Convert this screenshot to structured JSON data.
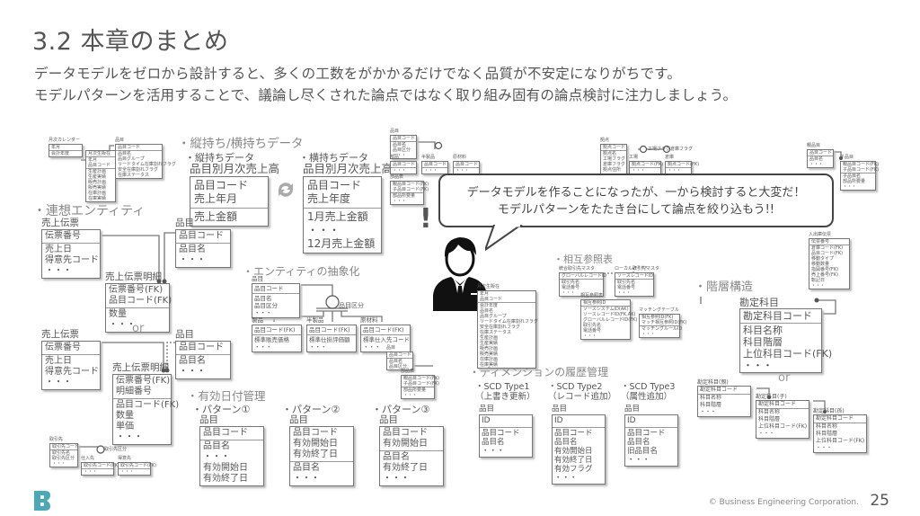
{
  "header": {
    "title": "3.2 本章のまとめ",
    "lead_lines": [
      "データモデルをゼロから設計すると、多くの工数をがかかるだけでなく品質が不安定になりがちです。",
      "モデルパターンを活用することで、議論し尽くされた論点ではなく取り組み固有の論点検討に注力しましょう。"
    ]
  },
  "callout": {
    "lines": [
      "データモデルを作ることになったが、一から検討すると大変だ！",
      "モデルパターンをたたき台にして論点を絞り込もう!!"
    ],
    "exclamation": "!"
  },
  "sections": {
    "vertical_horizontal": {
      "title": "・縦持ち/横持ちデータ",
      "vertical_label": "・縦持ちデータ",
      "horizontal_label": "・横持ちデータ"
    },
    "associative": {
      "title": "・連想エンティティ",
      "or": "or"
    },
    "abstraction": {
      "title": "・エンティティの抽象化",
      "discriminator": "品目区分"
    },
    "effective_date": {
      "title": "・有効日付管理",
      "patterns": [
        "・パターン①",
        "・パターン②",
        "・パターン③"
      ]
    },
    "scd": {
      "title": "・ディメンションの履歴管理",
      "types": [
        [
          "・SCD Type1",
          "（上書き更新）"
        ],
        [
          "・SCD Type2",
          "（レコード追加）"
        ],
        [
          "・SCD Type3",
          "（属性追加）"
        ]
      ]
    },
    "cross_ref": {
      "title": "・相互参照表"
    },
    "hierarchy": {
      "title": "・階層構造",
      "or": "or"
    }
  },
  "entities": {
    "vert": {
      "name": "品目別月次売上高",
      "pk": [
        "品目コード",
        "売上年月"
      ],
      "attrs": [
        "売上金額"
      ]
    },
    "horiz": {
      "name": "品目別月次売上高",
      "pk": [
        "品目コード",
        "売上年度"
      ],
      "attrs": [
        "1月売上金額",
        "・・・",
        "12月売上金額"
      ]
    },
    "assoc1": {
      "slip": {
        "name": "売上伝票",
        "pk": [
          "伝票番号"
        ],
        "attrs": [
          "売上日",
          "得意先コード",
          "・・・"
        ]
      },
      "item": {
        "name": "品目",
        "pk": [
          "品目コード"
        ],
        "attrs": [
          "品目名",
          "・・・"
        ]
      },
      "detail": {
        "name": "売上伝票明細",
        "pk": [
          "伝票番号(FK)",
          "品目コード(FK)"
        ],
        "attrs": [
          "数量",
          "・・・"
        ]
      }
    },
    "assoc2": {
      "slip": {
        "name": "売上伝票",
        "pk": [
          "伝票番号"
        ],
        "attrs": [
          "売上日",
          "得意先コード",
          "・・・"
        ]
      },
      "item": {
        "name": "品目",
        "pk": [
          "品目コード"
        ],
        "attrs": [
          "品目名",
          "・・・"
        ]
      },
      "detail": {
        "name": "売上伝票明細",
        "pk": [
          "伝票番号(FK)",
          "明細番号"
        ],
        "attrs": [
          "品目コード(FK)",
          "数量",
          "単価",
          "・・・"
        ]
      }
    },
    "abstract": {
      "parent": {
        "name": "品目",
        "pk": [
          "品目コード"
        ],
        "attrs": [
          "品目名",
          "品目区分",
          "・・・"
        ]
      },
      "children": [
        {
          "name": "製品",
          "pk": [
            "品目コード(FK)"
          ],
          "attrs": [
            "標準販売価格",
            "・・・"
          ]
        },
        {
          "name": "半製品",
          "pk": [
            "品目コード(FK)"
          ],
          "attrs": [
            "標準仕掛評価額",
            "・・・"
          ]
        },
        {
          "name": "原材料",
          "pk": [
            "品目コード(FK)"
          ],
          "attrs": [
            "標準仕入先コード",
            "・・・"
          ]
        }
      ]
    },
    "effective": [
      {
        "name": "品目",
        "pk": [
          "品目コード"
        ],
        "attrs": [
          "品目名",
          "・・・",
          "有効開始日",
          "有効終了日"
        ]
      },
      {
        "name": "品目",
        "pk": [
          "品目コード",
          "有効開始日",
          "有効終了日"
        ],
        "attrs": [
          "品目名",
          "・・・"
        ]
      },
      {
        "name": "品目",
        "pk": [
          "品目コード",
          "有効開始日"
        ],
        "attrs": [
          "品目名",
          "有効終了日",
          "・・・"
        ]
      }
    ],
    "scd": [
      {
        "name": "品目",
        "pk": [
          "ID"
        ],
        "attrs": [
          "品目コード",
          "品目名",
          "・・・"
        ]
      },
      {
        "name": "品目",
        "pk": [
          "ID"
        ],
        "attrs": [
          "品目コード",
          "品目名",
          "有効開始日",
          "有効終了日",
          "有効フラグ",
          "・・・"
        ]
      },
      {
        "name": "品目",
        "pk": [
          "ID"
        ],
        "attrs": [
          "品目コード",
          "品目名",
          "旧品目名",
          "・・・"
        ]
      }
    ],
    "hier": {
      "name": "勘定科目",
      "pk": [
        "勘定科目コード"
      ],
      "attrs": [
        "科目名称",
        "科目階層",
        "上位科目コード(FK)",
        "・・・"
      ]
    },
    "hier_split": [
      {
        "name": "勘定科目(親)",
        "pk": [
          "勘定科目コード"
        ],
        "attrs": [
          "科目名称",
          "科目階層",
          "・・・"
        ]
      },
      {
        "name": "勘定科目(子)",
        "pk": [
          "勘定科目コード"
        ],
        "attrs": [
          "科目名称",
          "科目階層",
          "上位科目コード(FK)",
          "・・・"
        ]
      },
      {
        "name": "勘定科目(孫)",
        "pk": [
          "勘定科目コード"
        ],
        "attrs": [
          "科目名称",
          "科目階層",
          "上位科目コード(FK)",
          "・・・"
        ]
      }
    ],
    "xref": {
      "global": {
        "name": "統合取引先マスタ",
        "pk": [
          "グローバルレコードID"
        ],
        "attrs": [
          "取引先名",
          "電話番号",
          "・・・"
        ]
      },
      "local": {
        "name": "ローカル取引先マスタ",
        "pk": [
          "ソースレコードID"
        ],
        "attrs": [
          "取引先名",
          "電話番号",
          "・・・"
        ]
      },
      "table": {
        "name": "相互参照表",
        "pk": [
          "相互参照ID"
        ],
        "attrs": [
          "ソースシステムID(AK)",
          "ソースレコードID(FK,AK)",
          "グローバルレコードID(FK)",
          "取引先名",
          "電話番号",
          "・・・"
        ]
      },
      "match": {
        "name": "マッチングテーブル",
        "pk": [
          "相互参照ID(FK)",
          "マッチ相互参照ID(FK)"
        ],
        "attrs": [
          "マッチングルールID",
          "・・・"
        ]
      }
    },
    "thumb_calendar": {
      "name": "月次カレンダー",
      "pk": [
        "年月"
      ],
      "attrs": [
        "会計年度"
      ]
    },
    "thumb_monthly": {
      "name": "月次生販在",
      "pk": [
        "年月",
        "品目コード"
      ],
      "attrs": [
        "生産計画",
        "生産実績",
        "販売計画",
        "販売実績",
        "在庫計画",
        "在庫実績"
      ]
    },
    "thumb_item": {
      "name": "品目",
      "pk": [
        "品目コード"
      ],
      "attrs": [
        "品目名",
        "品目グループ",
        "リードタイム在庫割れフラグ",
        "安全在庫割れフラグ",
        "在庫ステータス"
      ]
    },
    "thumb_bom_item": {
      "name": "品目",
      "pk": [
        "品目コード"
      ],
      "attrs": [
        "品目名",
        "品目区分",
        "・・・"
      ]
    },
    "thumb_bom_kids": [
      {
        "name": "部品",
        "pk": [
          "品目コード"
        ],
        "attrs": [
          "・・・"
        ]
      },
      {
        "name": "半製品",
        "pk": [
          "品目コード"
        ],
        "attrs": [
          "・・・"
        ]
      },
      {
        "name": "原材料",
        "pk": [
          "品目コード"
        ],
        "attrs": [
          "・・・"
        ]
      }
    ],
    "thumb_bom": {
      "name": "部品表",
      "pk": [
        "親品目コード(FK)",
        "子品目コード(FK)"
      ],
      "attrs": [
        "部品所要量",
        "・・・"
      ]
    },
    "thumb_site": {
      "name": "拠点",
      "pk": [
        "拠点コード"
      ],
      "attrs": [
        "拠点名",
        "工場フラグ",
        "倉庫フラグ",
        "拠点住所",
        "・・・"
      ]
    },
    "thumb_site_kids": [
      {
        "name": "工場",
        "pk": [
          "拠点コード(FK)"
        ],
        "attrs": [
          "・・・"
        ]
      },
      {
        "name": "倉庫",
        "pk": [
          "拠点コード(FK)"
        ],
        "attrs": [
          "・・・"
        ]
      }
    ],
    "thumb_site_flags": [
      "工場フラグ",
      "倉庫フラグ"
    ],
    "thumb_parent_item": {
      "name": "親品目",
      "pk": [
        "品目コード"
      ],
      "attrs": [
        "品目名",
        "・・・"
      ]
    },
    "thumb_child_item": {
      "name": "子品目",
      "pk": [
        "親品目コード(FK)",
        "子品目コード(FK)"
      ],
      "attrs": [
        "子品目名",
        "部品所要量",
        "・・・"
      ]
    },
    "thumb_inout": {
      "name": "入出庫伝票",
      "pk": [
        "伝票番号"
      ],
      "attrs": [
        "倉庫コード(FK)",
        "品目コード(FK)",
        "移動タイプ",
        "移動数量",
        "指図番号(FK)",
        "売上番号(FK)",
        "転記日",
        "・・・"
      ]
    },
    "thumb_supplier": {
      "name": "取引先",
      "pk": [
        "取引先コード"
      ],
      "attrs": [
        "取引先名",
        "取引先区分",
        "・・・"
      ]
    },
    "thumb_supplier_kids": [
      {
        "name": "仕入先",
        "pk": [
          "取引先コード(FK)"
        ],
        "attrs": [
          "・・・"
        ]
      },
      {
        "name": "得意先",
        "pk": [
          "取引先コード(FK)"
        ],
        "attrs": [
          "・・・"
        ]
      }
    ],
    "thumb_supplier_disc": "取引先区分",
    "thumb_dim": {
      "name": "月次生販在",
      "pk": [
        "年月",
        "品目コード"
      ],
      "attrs": [
        "会計年度",
        "品目名",
        "品目グループ",
        "リードタイム在庫割れフラグ",
        "安全在庫割れフラグ",
        "在庫ステータス",
        "生産計画",
        "生産実績",
        "販売計画",
        "販売実績",
        "在庫計画",
        "在庫実績"
      ]
    },
    "thumb_bom2": {
      "name": "品目",
      "pk": [
        "品目コード"
      ],
      "attrs": [
        "品目名",
        "品目区分"
      ]
    }
  },
  "footer": {
    "copyright": "© Business Engineering Corporation.",
    "page": "25"
  },
  "colors": {
    "logo": "#4ba8b4",
    "text": "#555555",
    "line": "#777777"
  }
}
